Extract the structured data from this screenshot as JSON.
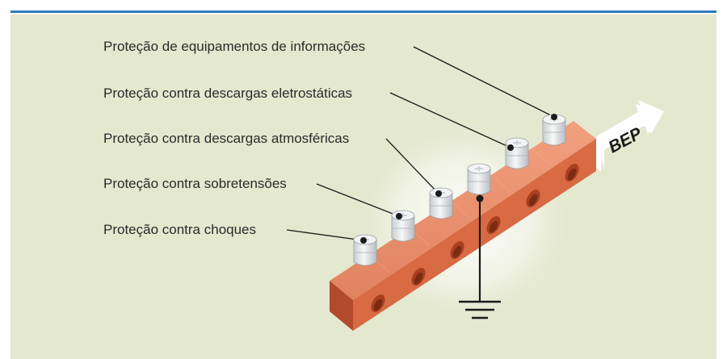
{
  "labels": [
    "Proteção de equipamentos de informações",
    "Proteção contra descargas eletrostáticas",
    "Proteção contra descargas atmosféricas",
    "Proteção contra sobretensões",
    "Proteção contra choques"
  ],
  "arrow_label": "BEP",
  "colors": {
    "accent_rule": "#2b7bbf",
    "background": "#e4e8cf",
    "busbar": "#d86a44",
    "terminal": "#e9ecef"
  }
}
